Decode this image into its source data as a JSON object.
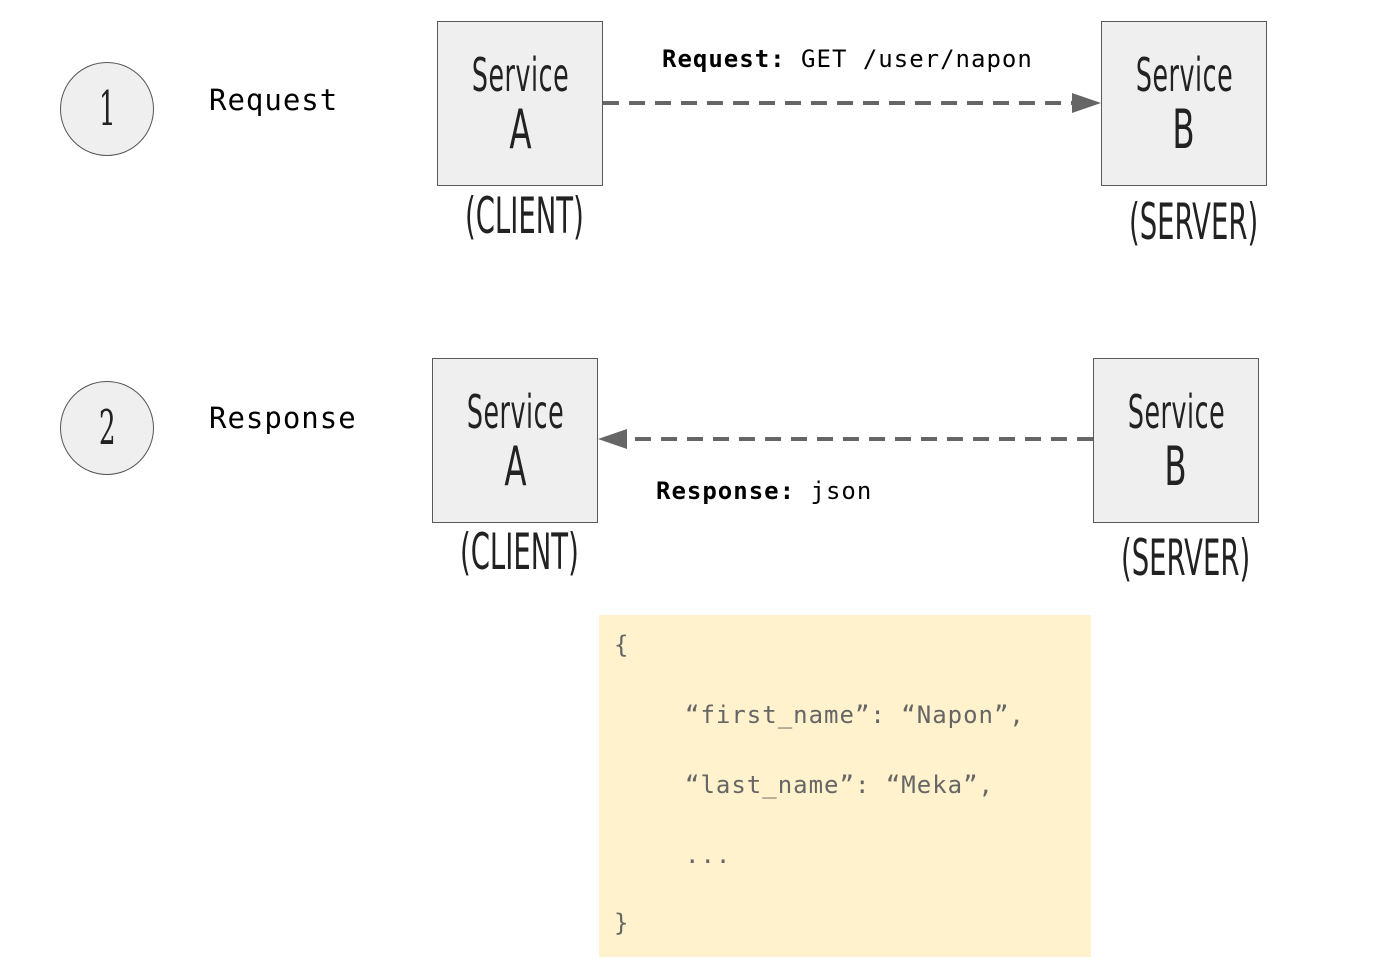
{
  "steps": [
    {
      "number": "1",
      "label": "Request"
    },
    {
      "number": "2",
      "label": "Response"
    }
  ],
  "services": {
    "word": "Service",
    "client_letter": "A",
    "server_letter": "B",
    "client_role": "(CLIENT)",
    "server_role": "(SERVER)"
  },
  "request_arrow": {
    "label_bold": "Request:",
    "label_text": "GET /user/napon"
  },
  "response_arrow": {
    "label_bold": "Response:",
    "label_text": "json"
  },
  "json_example": {
    "open_brace": "{",
    "line1": "“first_name”: “Napon”,",
    "line2": "“last_name”: “Meka”,",
    "line3": "...",
    "close_brace": "}"
  },
  "colors": {
    "box_fill": "#efefef",
    "box_border": "#595959",
    "arrow": "#666666",
    "code_bg": "#fff2cc",
    "code_text": "#666666"
  }
}
